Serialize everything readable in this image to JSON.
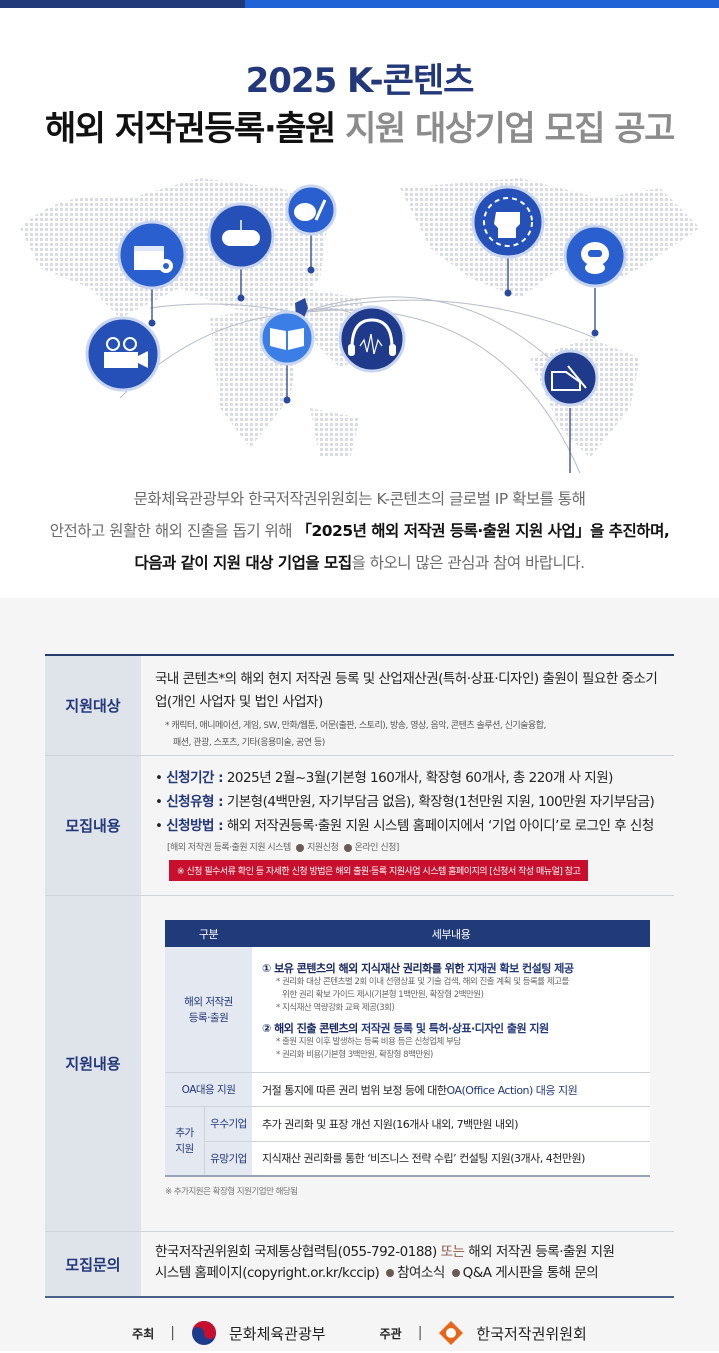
{
  "header": {
    "title_line1": "2025 K-콘텐츠",
    "title_line2_bold": "해외 저작권등록·출원",
    "title_line2_grey": " 지원 대상기업 모집 공고"
  },
  "hero": {
    "icons": [
      "web-code-gear",
      "game-controller",
      "palette-brush",
      "open-book",
      "headphones-audio",
      "vr-headset",
      "robot-character",
      "movie-camera",
      "hand-writing"
    ]
  },
  "intro": {
    "line1": "문화체육관광부와 한국저작권위원회는 K-콘텐츠의 글로벌 IP 확보를 통해",
    "line2_pre": "안전하고 원활한 해외 진출을 돕기 위해 ",
    "line2_bold": "「2025년 해외 저작권 등록·출원 지원 사업」을 추진하며,",
    "line3_bold": "다음과 같이 지원 대상 기업을 모집",
    "line3_post": "을 하오니 많은 관심과 참여 바랍니다."
  },
  "info": {
    "target": {
      "label": "지원대상",
      "main": "국내 콘텐츠*의 해외 현지 저작권 등록 및 산업재산권(특허·상표·디자인) 출원이 필요한 중소기업(개인 사업자 및 법인 사업자)",
      "note_line1": "* 캐릭터, 애니메이션, 게임, SW, 만화/웹툰, 어문(출판, 스토리), 방송, 영상, 음악, 콘텐츠 솔루션, 신기술융합,",
      "note_line2": "패션, 관광, 스포츠, 기타(응용미술, 공연 등)"
    },
    "recruit": {
      "label": "모집내용",
      "period_key": "신청기간 :",
      "period_val": " 2025년 2월~3월(기본형 160개사, 확장형 60개사, 총 220개 사 지원)",
      "type_key": "신청유형 :",
      "type_val": " 기본형(4백만원, 자기부담금 없음), 확장형(1천만원 지원, 100만원 자기부담금)",
      "method_key": "신청방법 :",
      "method_val": " 해외 저작권등록·출원 지원 시스템 홈페이지에서 ‘기업 아이디’로 로그인 후 신청",
      "path_1": "[해외 저작권 등록·출원 지원 시스템",
      "path_2": "지원신청",
      "path_3": "온라인 신청]",
      "red_notice": "※ 신청 필수서류 확인 등 자세한 신청 방법은 해외 출원·등록 지원사업 시스템 홈페이지의 [신청서 작성 매뉴얼] 참고"
    },
    "support": {
      "label": "지원내용",
      "table_headers": [
        "구분",
        "세부내용"
      ],
      "row1_label": "해외 저작권\n등록·출원",
      "row1_item1_pre": "① 보유 콘텐츠의 해외 지식재산 권리화를 위한 ",
      "row1_item1_hl": "지재권 확보 컨설팅 제공",
      "row1_item1_note1": "* 권리화 대상 콘텐츠별 2회 이내 선행상표 및 기술 검색, 해외 진출 계획 및 등록률 제고를",
      "row1_item1_note2": "위한 권리 확보 가이드 제시(기본형 1백만원, 확장형 2백만원)",
      "row1_item1_note3": "* 지식재산 역량강화 교육 제공(3회)",
      "row1_item2_pre": "② 해외 진출 콘텐츠의 ",
      "row1_item2_hl": "저작권 등록 및 특허·상표·디자인 출원 지원",
      "row1_item2_note1": "* 출원 지원 이후 발생하는 등록 비용 등은 신청업체 부담",
      "row1_item2_note2": "* 권리화 비용(기본형 3백만원, 확장형 8백만원)",
      "row2_label": "OA대응 지원",
      "row2_pre": "거절 통지에 따른 권리 범위 보정 등에 대한 ",
      "row2_hl": "OA(Office Action) 대응 지원",
      "row3_outer": "추가\n지원",
      "row3_a_label": "우수기업",
      "row3_a_text": "추가 권리화 및 표장 개선 지원(16개사 내외, 7백만원 내외)",
      "row3_b_label": "유망기업",
      "row3_b_text": "지식재산 권리화를 통한 ‘비즈니스 전략 수립’ 컨설팅 지원(3개사, 4천만원)",
      "footnote": "※ 추가지원은 확장형 지원기업만 해당됨"
    },
    "contact": {
      "label": "모집문의",
      "line1_pre": "한국저작권위원회 국제통상협력팀(055-792-0188) ",
      "line1_or": "또는",
      "line1_post": " 해외 저작권 등록·출원 지원",
      "line2_pre": "시스템 홈페이지(copyright.or.kr/kccip)",
      "line2_mid": "참여소식",
      "line2_post": "Q&A 게시판을 통해 문의"
    }
  },
  "footer": {
    "host_label": "주최",
    "host_org": "문화체육관광부",
    "organizer_label": "주관",
    "organizer_org": "한국저작권위원회",
    "separator": "|"
  },
  "colors": {
    "navy": "#23387a",
    "blue": "#1f63d6",
    "red": "#c8102e",
    "label_bg": "#dfe3ea",
    "grey_bg": "#f5f5f6"
  }
}
